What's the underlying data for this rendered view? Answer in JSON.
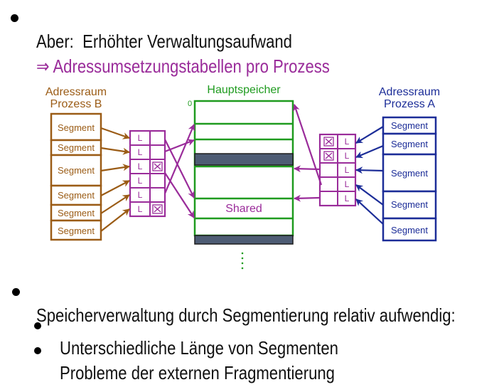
{
  "colors": {
    "brown": "#9b5c16",
    "purple": "#9a2c9a",
    "green": "#1f9b1f",
    "blue": "#1c2d98",
    "block": "#4e5c74",
    "text": "#111111"
  },
  "bullets": {
    "top": {
      "text": "Aber:  Erhöhter Verwaltungsaufwand",
      "consequence": "⇒ Adressumsetzungstabellen pro Prozess"
    },
    "bottom": {
      "text": "Speicherverwaltung durch Segmentierung relativ aufwendig:",
      "sub": [
        "Unterschiedliche Länge von Segmenten",
        "Probleme der externen Fragmentierung"
      ]
    }
  },
  "diagram": {
    "process_b": {
      "title": [
        "Adressraum",
        "Prozess B"
      ],
      "segments": [
        "Segment",
        "Segment",
        "Segment",
        "Segment",
        "Segment",
        "Segment"
      ],
      "table_rows": [
        {
          "flag": "L",
          "marked": false
        },
        {
          "flag": "L",
          "marked": false
        },
        {
          "flag": "L",
          "marked": true
        },
        {
          "flag": "L",
          "marked": false
        },
        {
          "flag": "L",
          "marked": false
        },
        {
          "flag": "L",
          "marked": true
        }
      ]
    },
    "main_memory": {
      "title": "Hauptspeicher",
      "origin_label": "0",
      "shared_label": "Shared",
      "continuation_icon": "vertical-ellipsis"
    },
    "process_a": {
      "title": [
        "Adressraum",
        "Prozess A"
      ],
      "segments": [
        "Segment",
        "Segment",
        "Segment",
        "Segment",
        "Segment"
      ],
      "table_rows": [
        {
          "flag": "L",
          "marked": true
        },
        {
          "flag": "L",
          "marked": true
        },
        {
          "flag": "L",
          "marked": false
        },
        {
          "flag": "L",
          "marked": false
        },
        {
          "flag": "L",
          "marked": false
        }
      ]
    }
  }
}
